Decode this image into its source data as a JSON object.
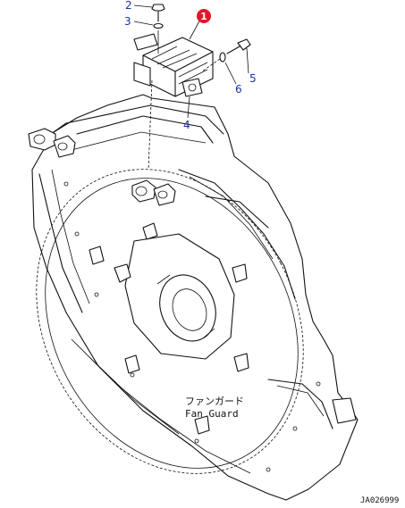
{
  "callouts": [
    {
      "id": "1",
      "label": "1",
      "highlighted": true,
      "color": "#e0182a"
    },
    {
      "id": "2",
      "label": "2",
      "highlighted": false
    },
    {
      "id": "3",
      "label": "3",
      "highlighted": false
    },
    {
      "id": "4",
      "label": "4",
      "highlighted": false
    },
    {
      "id": "5",
      "label": "5",
      "highlighted": false
    },
    {
      "id": "6",
      "label": "6",
      "highlighted": false
    }
  ],
  "caption": {
    "jp": "ファンガード",
    "en": "Fan Guard"
  },
  "drawing_code": "JA026999",
  "colors": {
    "callout_text": "#1b2fa8",
    "highlight_badge": "#e0182a",
    "line": "#111111"
  }
}
